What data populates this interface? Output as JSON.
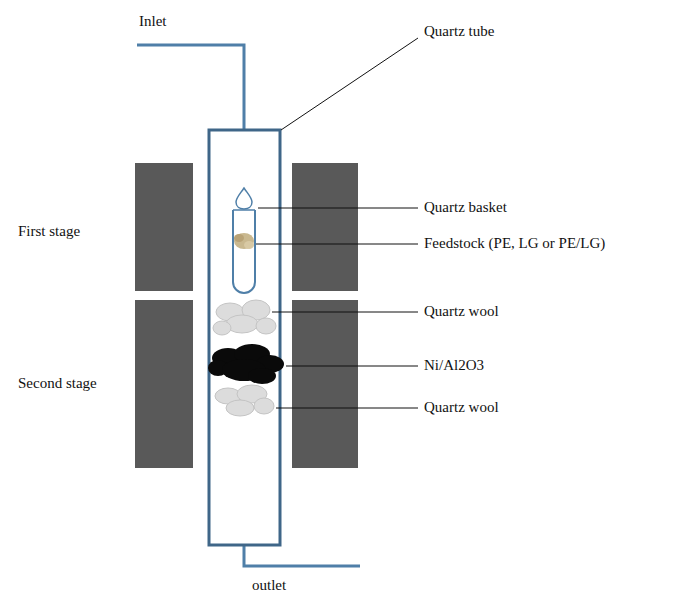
{
  "diagram": {
    "labels": [
      "Inlet",
      "Quartz tube",
      "Quartz basket",
      "Feedstock (PE, LG or PE/LG)",
      "First stage",
      "Second stage",
      "Quartz wool",
      "Ni/Al2O3",
      "Quartz wool",
      "outlet"
    ]
  }
}
